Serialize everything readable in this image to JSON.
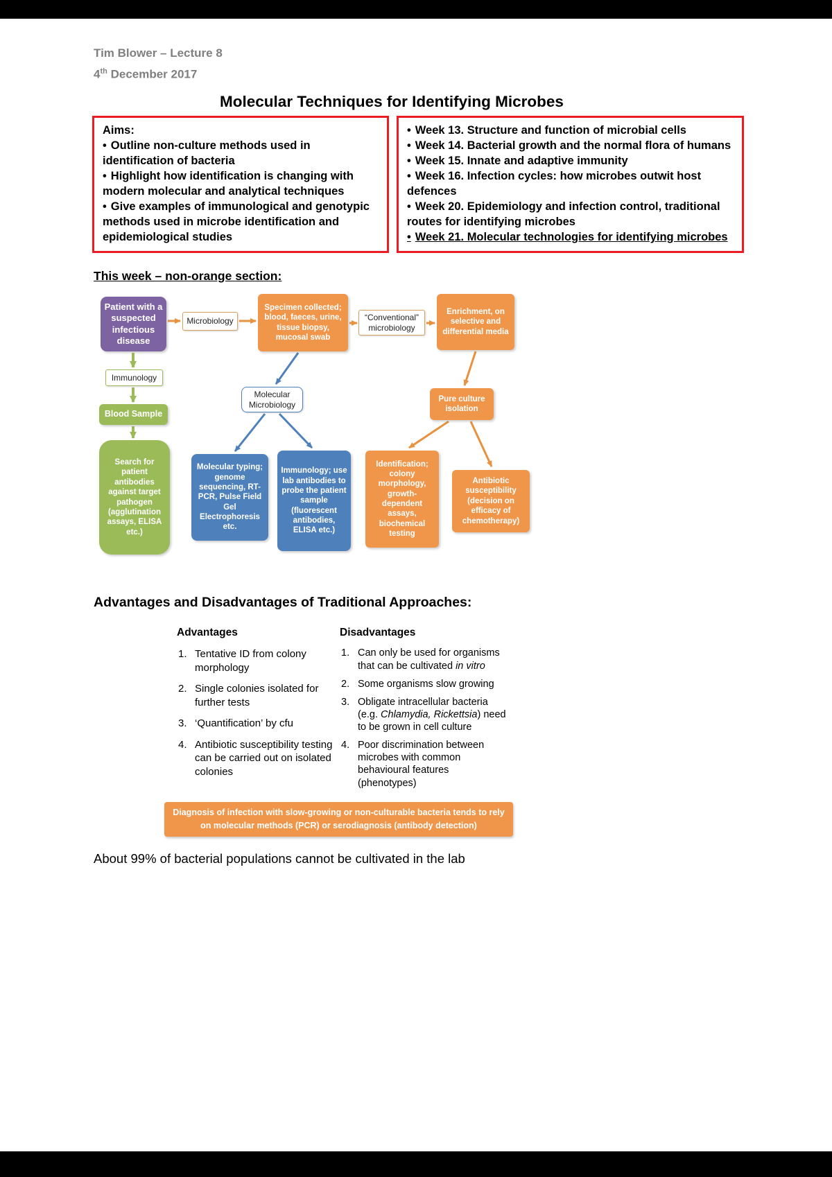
{
  "header": {
    "author_line": "Tim Blower – Lecture 8",
    "date_num": "4",
    "date_ordinal": "th",
    "date_rest": " December 2017"
  },
  "title": "Molecular Techniques for Identifying Microbes",
  "aims_box": {
    "heading": "Aims:",
    "bullets": [
      "Outline non-culture methods used in identification of bacteria",
      "Highlight how identification is changing with modern molecular and analytical techniques",
      "Give examples of immunological and genotypic methods used in microbe identification and epidemiological studies"
    ]
  },
  "weeks_box": {
    "items": [
      "Week 13. Structure and function of microbial cells",
      "Week 14. Bacterial growth and the normal flora of humans",
      "Week 15. Innate and adaptive immunity",
      "Week 16. Infection cycles: how microbes outwit host defences",
      "Week 20. Epidemiology and infection control, traditional routes for identifying microbes",
      "Week 21. Molecular technologies for identifying microbes"
    ]
  },
  "section_heading": "This week – non-orange section:",
  "flowchart": {
    "nodes": {
      "patient": "Patient with a suspected infectious disease",
      "microbiology": "Microbiology",
      "specimen": "Specimen collected; blood, faeces, urine, tissue biopsy, mucosal swab",
      "conventional": "“Conventional” microbiology",
      "enrichment": "Enrichment, on selective and differential media",
      "immunology": "Immunology",
      "blood_sample": "Blood Sample",
      "search_antibodies": "Search for patient antibodies against target pathogen (agglutination assays, ELISA etc.)",
      "molecular_microbiology": "Molecular Microbiology",
      "molecular_typing": "Molecular typing; genome sequencing, RT-PCR, Pulse Field Gel Electrophoresis etc.",
      "immunology_lab": "Immunology; use lab antibodies to probe the patient sample (fluorescent antibodies, ELISA etc.)",
      "pure_culture": "Pure culture isolation",
      "identification": "Identification; colony morphology, growth-dependent assays, biochemical testing",
      "antibiotic_susceptibility": "Antibiotic susceptibility (decision on efficacy of chemotherapy)"
    }
  },
  "advantages_section": {
    "heading": "Advantages and Disadvantages of Traditional Approaches:",
    "advantages_title": "Advantages",
    "advantages": [
      "Tentative ID from colony morphology",
      "Single colonies isolated for further tests",
      "‘Quantification’ by cfu",
      "Antibiotic susceptibility testing can be carried out on isolated colonies"
    ],
    "disadvantages_title": "Disadvantages",
    "disadvantages": [
      {
        "pre": "Can only be used for organisms that can be cultivated ",
        "italic": "in vitro",
        "post": ""
      },
      {
        "pre": "Some organisms slow growing",
        "italic": "",
        "post": ""
      },
      {
        "pre": "Obligate intracellular bacteria (e.g. ",
        "italic": "Chlamydia, Rickettsia",
        "post": ") need to be grown in cell culture"
      },
      {
        "pre": "Poor discrimination between microbes with common behavioural features (phenotypes)",
        "italic": "",
        "post": ""
      }
    ],
    "banner": "Diagnosis of infection with slow-growing or non-culturable bacteria tends to rely on molecular methods (PCR) or serodiagnosis (antibody detection)"
  },
  "closing_note": "About 99% of bacterial populations cannot be cultivated in the lab",
  "colors": {
    "red_border": "#EC1C24",
    "orange": "#F0964A",
    "green": "#9BBB59",
    "blue": "#4E81BC",
    "purple": "#7E63A3",
    "header_gray": "#7F7F7F",
    "black_bar": "#000000"
  }
}
